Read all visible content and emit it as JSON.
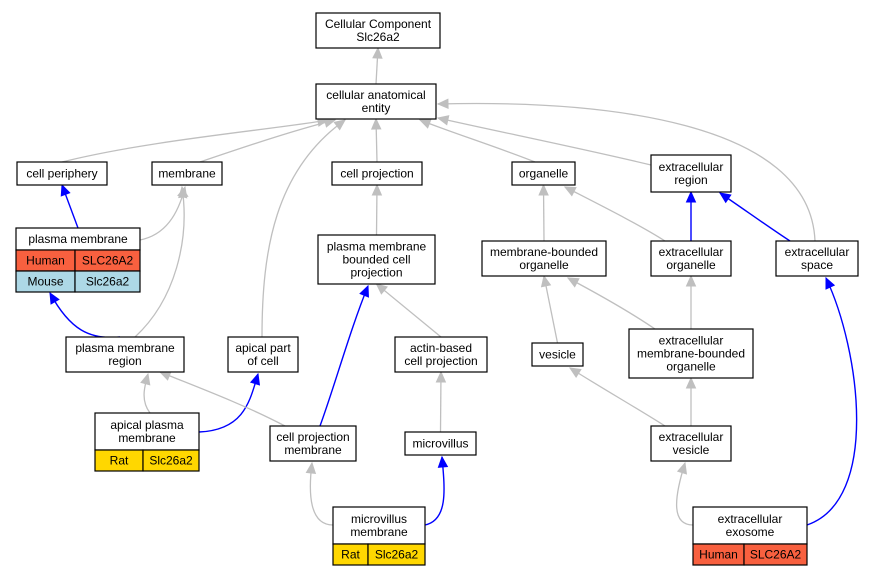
{
  "nodes": {
    "cc": {
      "lines": [
        "Cellular Component",
        "Slc26a2"
      ]
    },
    "cae": {
      "lines": [
        "cellular anatomical",
        "entity"
      ]
    },
    "periphery": {
      "lines": [
        "cell periphery"
      ]
    },
    "membrane": {
      "lines": [
        "membrane"
      ]
    },
    "cellproj": {
      "lines": [
        "cell projection"
      ]
    },
    "organelle": {
      "lines": [
        "organelle"
      ]
    },
    "extreg": {
      "lines": [
        "extracellular",
        "region"
      ]
    },
    "pm": {
      "lines": [
        "plasma membrane"
      ]
    },
    "pmbcp": {
      "lines": [
        "plasma membrane",
        "bounded cell",
        "projection"
      ]
    },
    "mbo": {
      "lines": [
        "membrane-bounded",
        "organelle"
      ]
    },
    "extorg": {
      "lines": [
        "extracellular",
        "organelle"
      ]
    },
    "extspace": {
      "lines": [
        "extracellular",
        "space"
      ]
    },
    "pmr": {
      "lines": [
        "plasma membrane",
        "region"
      ]
    },
    "apical": {
      "lines": [
        "apical part",
        "of cell"
      ]
    },
    "abcp": {
      "lines": [
        "actin-based",
        "cell projection"
      ]
    },
    "vesicle": {
      "lines": [
        "vesicle"
      ]
    },
    "embo": {
      "lines": [
        "extracellular",
        "membrane-bounded",
        "organelle"
      ]
    },
    "apm": {
      "lines": [
        "apical plasma",
        "membrane"
      ]
    },
    "cpm": {
      "lines": [
        "cell projection",
        "membrane"
      ]
    },
    "microvillus": {
      "lines": [
        "microvillus"
      ]
    },
    "extves": {
      "lines": [
        "extracellular",
        "vesicle"
      ]
    },
    "mvm": {
      "lines": [
        "microvillus",
        "membrane"
      ]
    },
    "exo": {
      "lines": [
        "extracellular",
        "exosome"
      ]
    }
  },
  "annotations": {
    "pm": [
      {
        "species": "Human",
        "gene": "SLC26A2",
        "color": "#f8603f"
      },
      {
        "species": "Mouse",
        "gene": "Slc26a2",
        "color": "#add8e6"
      }
    ],
    "apm": [
      {
        "species": "Rat",
        "gene": "Slc26a2",
        "color": "#ffd700"
      }
    ],
    "mvm": [
      {
        "species": "Rat",
        "gene": "Slc26a2",
        "color": "#ffd700"
      }
    ],
    "exo": [
      {
        "species": "Human",
        "gene": "SLC26A2",
        "color": "#f8603f"
      }
    ]
  },
  "edges": [
    {
      "from": "cae",
      "to": "cc",
      "color": "grey"
    },
    {
      "from": "periphery",
      "to": "cae",
      "color": "grey"
    },
    {
      "from": "membrane",
      "to": "cae",
      "color": "grey"
    },
    {
      "from": "apical",
      "to": "cae",
      "color": "grey"
    },
    {
      "from": "cellproj",
      "to": "cae",
      "color": "grey"
    },
    {
      "from": "organelle",
      "to": "cae",
      "color": "grey"
    },
    {
      "from": "extreg",
      "to": "cae",
      "color": "grey"
    },
    {
      "from": "extspace",
      "to": "cae",
      "color": "grey"
    },
    {
      "from": "pm",
      "to": "periphery",
      "color": "blue"
    },
    {
      "from": "pm",
      "to": "membrane",
      "color": "grey"
    },
    {
      "from": "pmr",
      "to": "membrane",
      "color": "grey"
    },
    {
      "from": "pmbcp",
      "to": "cellproj",
      "color": "grey"
    },
    {
      "from": "mbo",
      "to": "organelle",
      "color": "grey"
    },
    {
      "from": "extorg",
      "to": "organelle",
      "color": "grey"
    },
    {
      "from": "extorg",
      "to": "extreg",
      "color": "blue"
    },
    {
      "from": "extspace",
      "to": "extreg",
      "color": "blue"
    },
    {
      "from": "pmr",
      "to": "pm",
      "color": "blue"
    },
    {
      "from": "abcp",
      "to": "pmbcp",
      "color": "grey"
    },
    {
      "from": "vesicle",
      "to": "mbo",
      "color": "grey"
    },
    {
      "from": "embo",
      "to": "mbo",
      "color": "grey"
    },
    {
      "from": "embo",
      "to": "extorg",
      "color": "grey"
    },
    {
      "from": "apm",
      "to": "pmr",
      "color": "grey"
    },
    {
      "from": "apm",
      "to": "apical",
      "color": "blue"
    },
    {
      "from": "cpm",
      "to": "pmr",
      "color": "grey"
    },
    {
      "from": "cpm",
      "to": "pmbcp",
      "color": "blue"
    },
    {
      "from": "microvillus",
      "to": "abcp",
      "color": "grey"
    },
    {
      "from": "extves",
      "to": "vesicle",
      "color": "grey"
    },
    {
      "from": "extves",
      "to": "embo",
      "color": "grey"
    },
    {
      "from": "mvm",
      "to": "cpm",
      "color": "grey"
    },
    {
      "from": "mvm",
      "to": "microvillus",
      "color": "blue"
    },
    {
      "from": "exo",
      "to": "extves",
      "color": "grey"
    },
    {
      "from": "exo",
      "to": "extspace",
      "color": "blue"
    }
  ]
}
